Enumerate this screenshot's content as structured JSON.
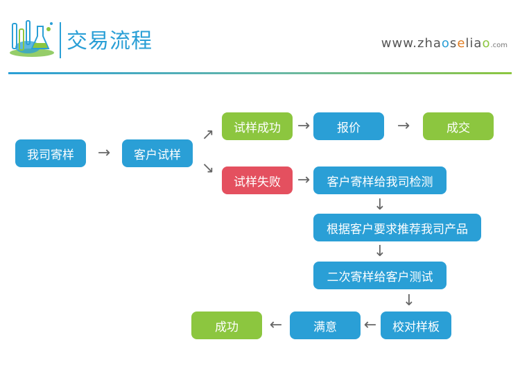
{
  "header": {
    "title": "交易流程",
    "site": {
      "part1": "www.zha",
      "o1": "o",
      "part2": "s",
      "o2": "e",
      "part3": "lia",
      "o3": "o",
      "domain": ".com"
    }
  },
  "colors": {
    "blue": "#2a9fd6",
    "green": "#8cc63f",
    "red": "#e4505f"
  },
  "icons": {
    "logo": "lab-flasks-icon",
    "arrow": "arrow-icon"
  },
  "flow": {
    "send_sample": "我司寄样",
    "customer_trial": "客户试样",
    "trial_success": "试样成功",
    "quote": "报价",
    "deal": "成交",
    "trial_fail": "试样失败",
    "customer_send_back": "客户寄样给我司检测",
    "recommend": "根据客户要求推荐我司产品",
    "second_send": "二次寄样给客户测试",
    "calibrate": "校对样板",
    "satisfied": "满意",
    "success": "成功"
  },
  "arrows": {
    "right": "→",
    "up_right": "↗",
    "down_right": "↘",
    "down": "↓",
    "left": "←"
  }
}
